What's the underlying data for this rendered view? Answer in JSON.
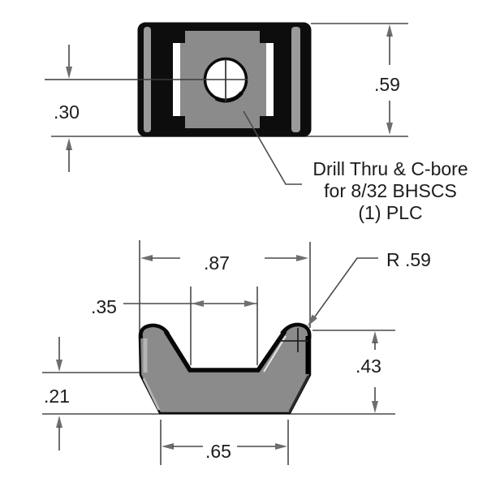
{
  "drawing": {
    "top_view": {
      "dim_center_to_bottom": ".30",
      "dim_overall_height": ".59",
      "note_line1": "Drill Thru & C-bore",
      "note_line2": "for 8/32 BHSCS",
      "note_line3": "(1) PLC"
    },
    "section_view": {
      "dim_top_width": ".87",
      "dim_slot_width": ".35",
      "dim_radius": "R .59",
      "dim_right_height": ".43",
      "dim_left_height": ".21",
      "dim_bottom_width": ".65"
    },
    "colors": {
      "part_fill": "#8b8b8b",
      "part_outline": "#0d0d0d",
      "line": "#4a4a4a",
      "arrow": "#6e6e6e",
      "text": "#1c1c1c",
      "highlight": "#b5b5b5",
      "stripe_light": "#9a9a9a",
      "stripe_white": "#fdfdfd"
    }
  }
}
